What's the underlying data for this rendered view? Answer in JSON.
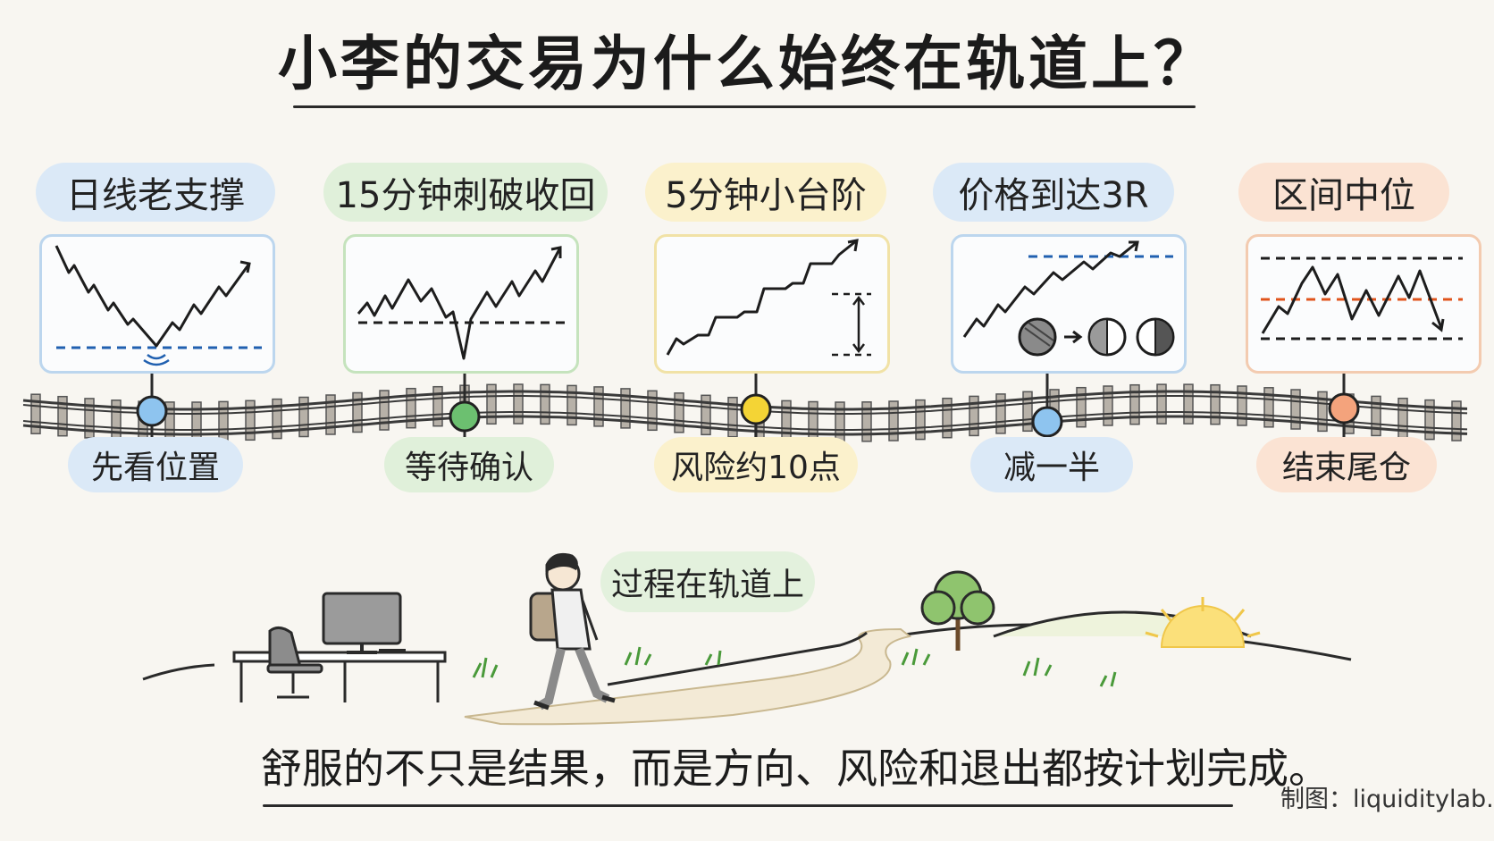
{
  "title": "小李的交易为什么始终在轨道上？",
  "stages": [
    {
      "heading": "日线老支撑",
      "step": "先看位置",
      "color": "#9fc9ee"
    },
    {
      "heading": "15分钟刺破收回",
      "step": "等待确认",
      "color": "#83c783"
    },
    {
      "heading": "5分钟小台阶",
      "step": "风险约10点",
      "color": "#f2d335"
    },
    {
      "heading": "价格到达3R",
      "step": "减一半",
      "color": "#9fc9ee"
    },
    {
      "heading": "区间中位",
      "step": "结束尾仓",
      "color": "#f4a37c"
    }
  ],
  "speech": "过程在轨道上",
  "caption": "舒服的不只是结果，而是方向、风险和退出都按计划完成。",
  "credit": "制图：liquiditylab.org"
}
